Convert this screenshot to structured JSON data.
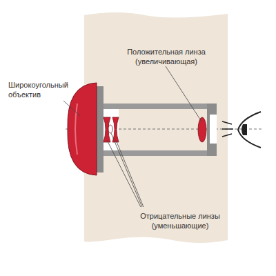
{
  "diagram": {
    "labels": [
      "Положительная линза (увеличивающая)",
      "Широкоугольный объектив",
      "Отрицательные линзы (уменьшающие)"
    ]
  }
}
